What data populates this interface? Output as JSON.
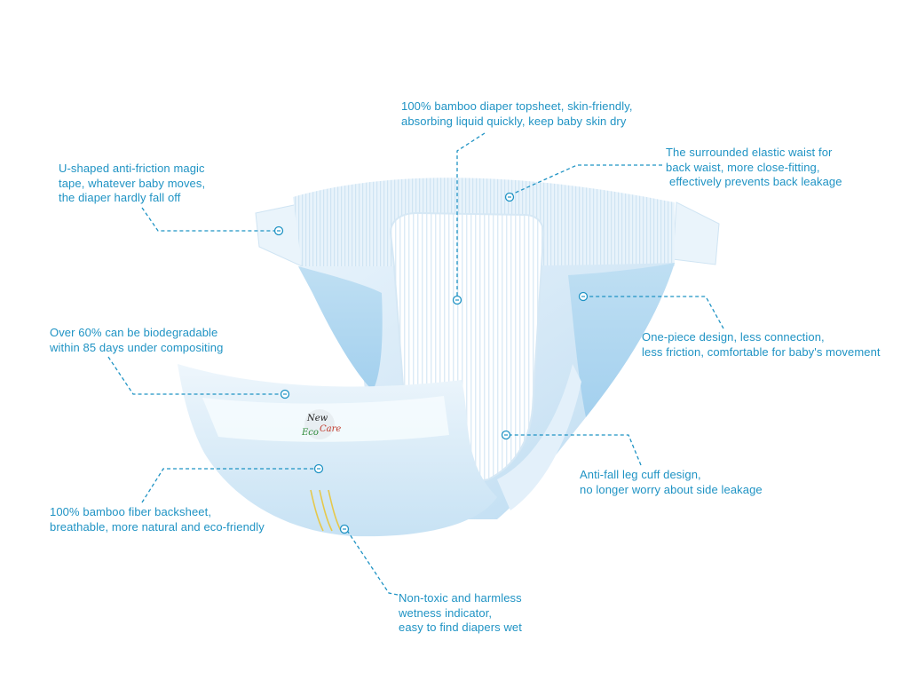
{
  "colors": {
    "callout_text": "#1f93c4",
    "leader_line": "#1f93c4",
    "diaper_light": "#eaf4fb",
    "diaper_mid": "#cfe6f6",
    "diaper_deep": "#a9d3f0",
    "logo_green": "#2e8b3a",
    "logo_red": "#c0392b",
    "indicator_yellow": "#e6c84a"
  },
  "logo": {
    "word1": "New",
    "word2a": "Eco",
    "word2b": "Care"
  },
  "callouts": {
    "topsheet": {
      "lines": [
        "100% bamboo diaper topsheet, skin-friendly,",
        "absorbing liquid quickly, keep baby skin dry"
      ]
    },
    "tape": {
      "lines": [
        "U-shaped anti-friction magic",
        "tape, whatever baby moves,",
        "the diaper hardly fall off"
      ]
    },
    "waist": {
      "lines": [
        "The surrounded elastic waist for",
        "back waist, more close-fitting,",
        "effectively prevents back leakage"
      ]
    },
    "biodegradable": {
      "lines": [
        "Over 60% can be biodegradable",
        "within 85 days under compositing"
      ]
    },
    "onepiece": {
      "lines": [
        "One-piece design, less connection,",
        "less friction, comfortable for baby's movement"
      ]
    },
    "cuff": {
      "lines": [
        "Anti-fall leg cuff design,",
        "no longer worry about side leakage"
      ]
    },
    "backsheet": {
      "lines": [
        "100% bamboo fiber backsheet,",
        "breathable, more natural and eco-friendly"
      ]
    },
    "wetness": {
      "lines": [
        "Non-toxic and harmless",
        "wetness indicator,",
        "easy to find diapers wet"
      ]
    }
  }
}
